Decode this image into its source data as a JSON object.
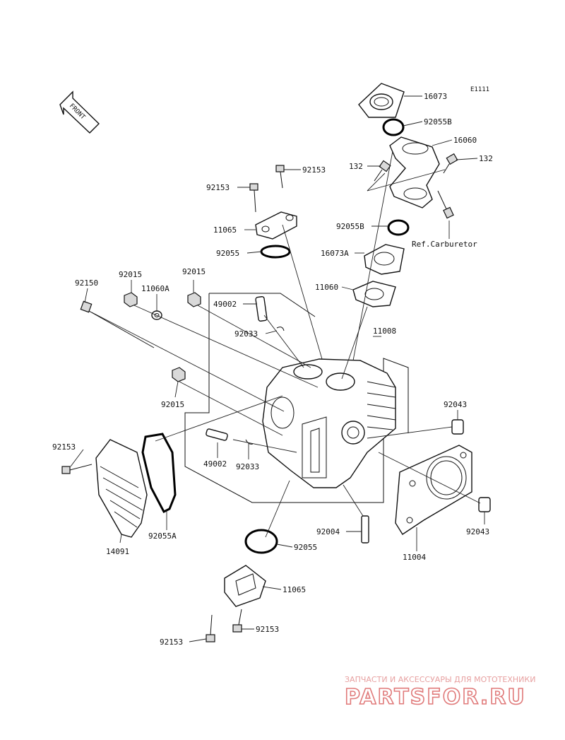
{
  "diagram_code": "E1111",
  "front_label": "FRONT",
  "colors": {
    "lines": "#222222",
    "watermark": "#e07a7a"
  },
  "labels": {
    "p16073": "16073",
    "p92055b_top": "92055B",
    "p16060": "16060",
    "p132_right": "132",
    "p132_left": "132",
    "p92153_a": "92153",
    "p92153_b": "92153",
    "p11065_top": "11065",
    "p92055_top": "92055",
    "p92055b_mid": "92055B",
    "ref_carb": "Ref.Carburetor",
    "p16073a": "16073A",
    "p92150": "92150",
    "p92015_a": "92015",
    "p11060a": "11060A",
    "p92015_b": "92015",
    "p49002_top": "49002",
    "p11060": "11060",
    "p92033_top": "92033",
    "p11008": "11008",
    "p92015_c": "92015",
    "p92043_top": "92043",
    "p92153_c": "92153",
    "p49002_bot": "49002",
    "p92033_bot": "92033",
    "p92004": "92004",
    "p92043_bot": "92043",
    "p92055a": "92055A",
    "p11004": "11004",
    "p92055_bot": "92055",
    "p14091": "14091",
    "p11065_bot": "11065",
    "p92153_d": "92153",
    "p92153_e": "92153"
  },
  "watermark": {
    "tagline": "ЗАПЧАСТИ И АКСЕССУАРЫ ДЛЯ МОТОТЕХНИКИ",
    "site": "PARTSFOR.RU"
  }
}
